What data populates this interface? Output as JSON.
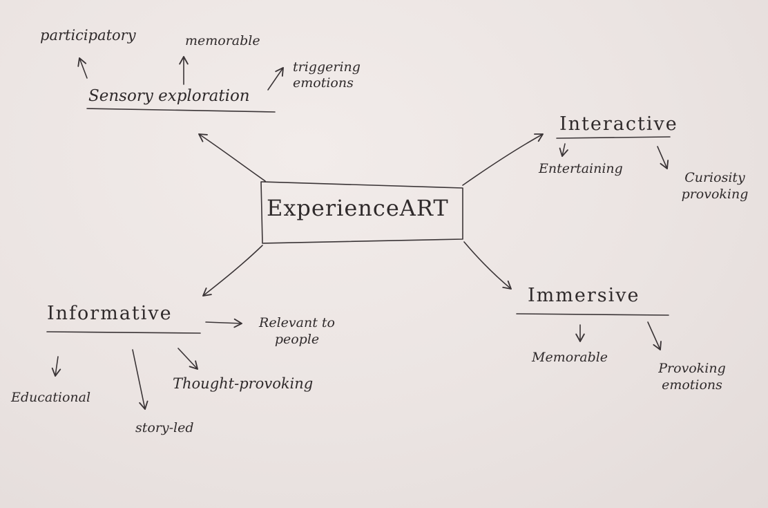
{
  "center": {
    "label": "ExperienceART"
  },
  "branches": {
    "sensory": {
      "label": "Sensory exploration",
      "children": [
        "participatory",
        "memorable",
        "triggering emotions"
      ]
    },
    "interactive": {
      "label": "Interactive",
      "children": [
        "Entertaining",
        "Curiosity provoking"
      ]
    },
    "informative": {
      "label": "Informative",
      "children": [
        "Relevant to people",
        "Educational",
        "story-led",
        "Thought-provoking"
      ]
    },
    "immersive": {
      "label": "Immersive",
      "children": [
        "Memorable",
        "Provoking emotions"
      ]
    }
  },
  "colors": {
    "paper": "#ece5e3",
    "ink": "#3a3436"
  }
}
